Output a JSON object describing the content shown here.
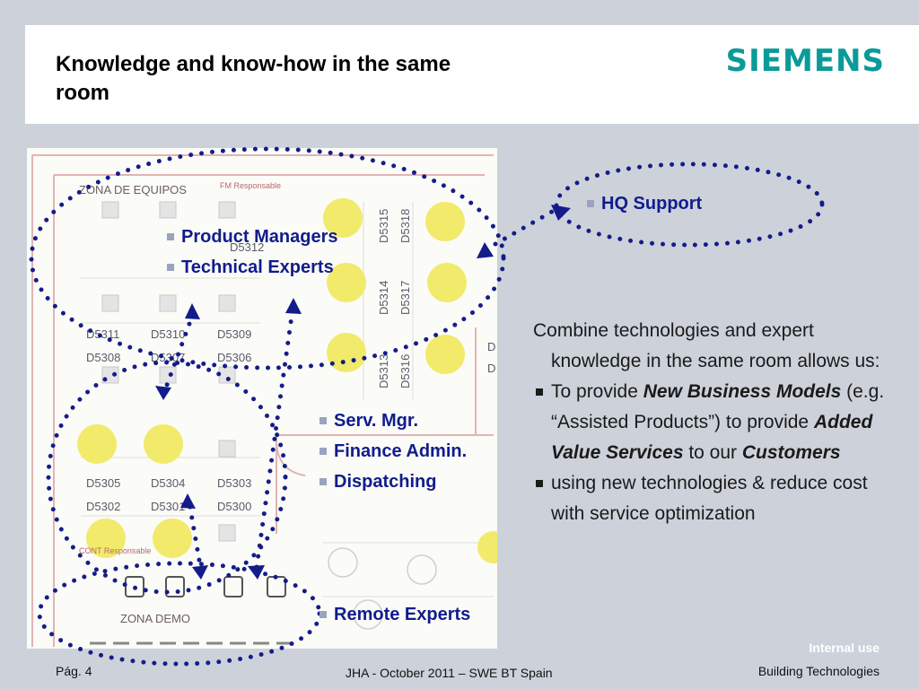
{
  "slide": {
    "title_line1": "Knowledge and know-how in the same",
    "title_line2": "room",
    "logo": "SIEMENS",
    "colors": {
      "logo": "#009999",
      "accent_blue": "#101c8c",
      "dots": "#141c8a",
      "seat": "#f2ea6a"
    }
  },
  "floorplan": {
    "zone_equipos": "ZONA DE EQUIPOS",
    "fm_label": "FM Responsable",
    "zone_demo": "ZONA DEMO",
    "room_codes_row1": [
      "D5311",
      "D5310",
      "D5309"
    ],
    "room_codes_row2": [
      "D5308",
      "D5307",
      "D5306"
    ],
    "room_codes_row3": [
      "D5305",
      "D5304",
      "D5303"
    ],
    "room_codes_row4": [
      "D5302",
      "D5301",
      "D5300"
    ],
    "room_codes_vertical": [
      "D5312",
      "D5315",
      "D5318",
      "D5314",
      "D5317",
      "D5313",
      "D5316"
    ],
    "cont_label": "CONT Responsable",
    "right_edge_letters": [
      "D",
      "D"
    ]
  },
  "groups": {
    "top": [
      "Product Managers",
      "Technical Experts"
    ],
    "hq": [
      "HQ Support"
    ],
    "middle": [
      "Serv. Mgr.",
      "Finance Admin.",
      "Dispatching"
    ],
    "bottom": [
      "Remote Experts"
    ]
  },
  "body": {
    "intro": "Combine technologies and expert knowledge in the same room allows us:",
    "b1_pre": "To provide ",
    "b1_em1": "New Business Models",
    "b1_mid": " (e.g. “Assisted Products”) to provide ",
    "b1_em2": "Added Value Services",
    "b1_post": " to our ",
    "b1_em3": "Customers",
    "b2": "using new technologies & reduce cost with service optimization"
  },
  "footer": {
    "internal": "Internal use",
    "page": "Pág. 4",
    "center": "JHA - October 2011 – SWE BT Spain",
    "right": "Building Technologies"
  }
}
